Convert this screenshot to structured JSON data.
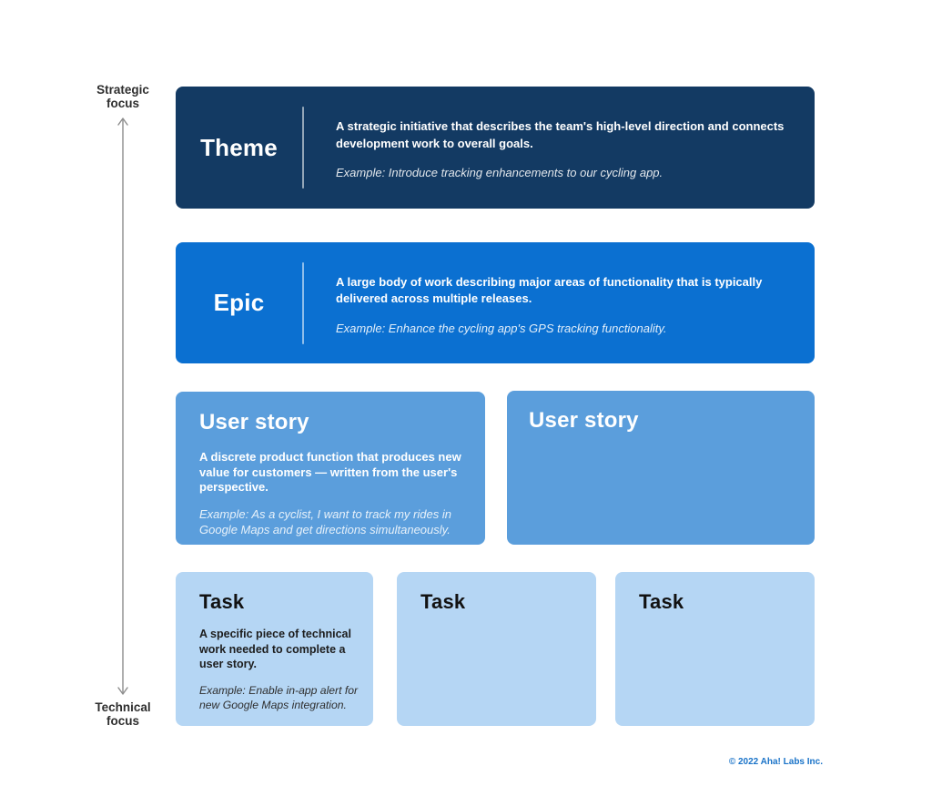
{
  "axis": {
    "top_label": "Strategic\nfocus",
    "bottom_label": "Technical\nfocus",
    "label_color": "#2E2E2E",
    "arrow_color": "#8C8C8C"
  },
  "cards": {
    "theme": {
      "title": "Theme",
      "description": "A strategic initiative that describes the team's high-level direction and connects\ndevelopment work to overall goals.",
      "example": "Example: Introduce tracking enhancements to our cycling app.",
      "color": "#133A63"
    },
    "epic": {
      "title": "Epic",
      "description": "A large body of work describing major areas of functionality that is typically\ndelivered across multiple releases.",
      "example": "Example: Enhance the cycling app's GPS tracking functionality.",
      "color": "#0B70D1"
    },
    "user_story_1": {
      "title": "User story",
      "description": "A discrete product function that produces new\nvalue for customers — written from the user's\nperspective.",
      "example": "Example: As a cyclist, I want to track my rides in\nGoogle Maps and get directions simultaneously.",
      "color": "#5B9EDC"
    },
    "user_story_2": {
      "title": "User story",
      "color": "#5B9EDC"
    },
    "task_1": {
      "title": "Task",
      "description": "A specific piece of technical\nwork needed to complete a\nuser story.",
      "example": "Example: Enable in-app alert for\nnew Google Maps integration.",
      "color": "#B5D6F4"
    },
    "task_2": {
      "title": "Task",
      "color": "#B5D6F4"
    },
    "task_3": {
      "title": "Task",
      "color": "#B5D6F4"
    }
  },
  "footer": {
    "copyright": "© 2022 Aha! Labs Inc.",
    "color": "#1A73C8"
  }
}
